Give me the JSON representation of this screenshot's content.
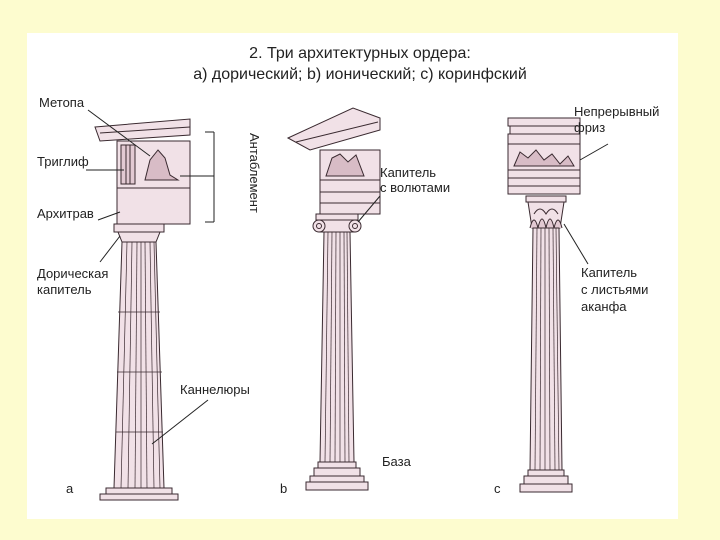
{
  "title": {
    "line1": "2. Три архитектурных ордера:",
    "line2": "a) дорический; b) ионический; c) коринфский"
  },
  "labels": {
    "metopa": "Метопа",
    "triglif": "Триглиф",
    "arhitrav": "Архитрав",
    "doric_capital_1": "Дорическая",
    "doric_capital_2": "капитель",
    "entablement": "Антаблемент",
    "kannelury": "Каннелюры",
    "volute_capital_1": "Капитель",
    "volute_capital_2": "с волютами",
    "baza": "База",
    "frieze_1": "Непрерывный",
    "frieze_2": "фриз",
    "acanthus_1": "Капитель",
    "acanthus_2": "с листьями",
    "acanthus_3": "аканфа",
    "letter_a": "a",
    "letter_b": "b",
    "letter_c": "c"
  },
  "colors": {
    "background": "#fdfccf",
    "column_fill": "#f1e1e7",
    "column_shade": "#e2c9d2",
    "stroke": "#3a2a30"
  }
}
